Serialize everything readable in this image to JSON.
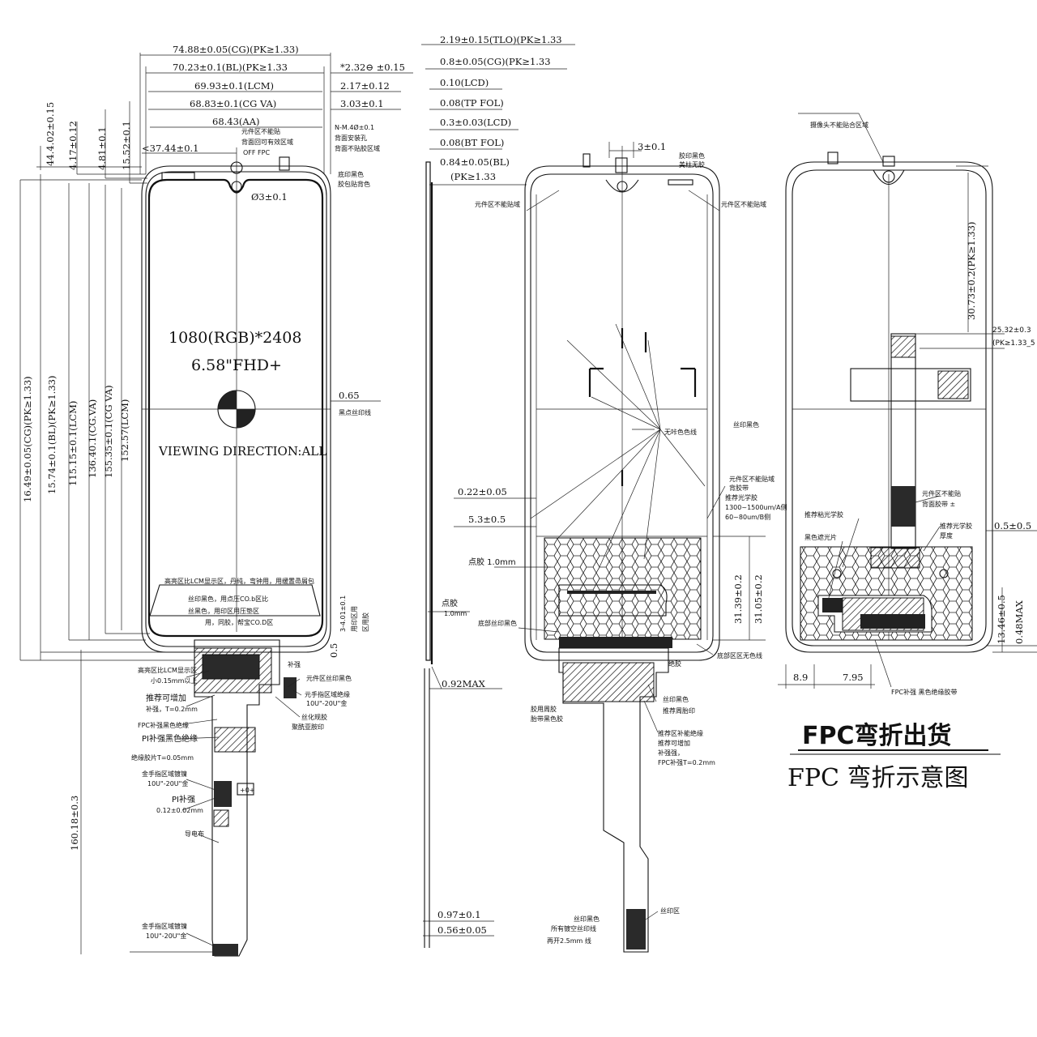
{
  "front_view": {
    "top_dims": [
      "74.88±0.05(CG)(PK≥1.33)",
      "70.23±0.1(BL)(PK≥1.33",
      "69.93±0.1(LCM)",
      "68.83±0.1(CG VA)",
      "68.43(AA)",
      "<37.44±0.1"
    ],
    "right_dims": [
      "*2.32⊖ ±0.15",
      "2.17±0.12",
      "3.03±0.1"
    ],
    "left_dims": [
      "44.4.02±0.15",
      "4.17±0.12",
      "4.81±0.1",
      "15.52±0.1",
      "16.49±0.05(CG)(PK≥1.33)",
      "15.74±0.1(BL)(PK≥1.33)",
      "115.15±0.1(LCM)",
      "136.40.1(CG.VA)",
      "155.35±0.1(CG VA)",
      "152.57(LCM)"
    ],
    "fpc_length": "160.18±0.3",
    "camera_hole": "Ø3±0.1",
    "resolution": "1080(RGB)*2408",
    "size_text": "6.58\"FHD+",
    "viewing": "VIEWING DIRECTION:ALL",
    "dim_065": "0.65",
    "dim_05": "0.5",
    "notes": {
      "top_center": [
        "元件区不能贴",
        "背面回可有效区域",
        "OFF FPC"
      ],
      "top_right": [
        "N-M.4Ø±0.1",
        "背面安装孔",
        "背面不贴胶区域"
      ],
      "ink": [
        "底印黑色",
        "胶包贴背色"
      ],
      "black_line": "黑点丝印线",
      "bottom_box": [
        "高亮区比LCM显示区，丹纯，弯钟用，用缓置帚屑包",
        "丝印黑色，用点压CO.b区比",
        "丝黑色，用印区用压垫区",
        "用，同胶，帮宝CO.D区"
      ],
      "right_vert": [
        "3-4.01±0.1",
        "用印区用",
        "区用胶"
      ],
      "fpc_left": [
        "高亮区比LCM显示区",
        "小0.15mm以上",
        "推荐可增加",
        "补强，T=0.2mm",
        "FPC补强黑色绝缘",
        "PI补强黑色绝缘",
        "绝缘胶片T=0.05mm",
        "金手指区域镀镍",
        "10U\"-20U\"金",
        "PI补强",
        "0.12±0.02mm",
        "导电布",
        "金手指区域镀镍",
        "10U\"-20U\"金"
      ],
      "fpc_right": [
        "补强",
        "元件区丝印黑色",
        "元手指区域绝缘",
        "10U\"-20U\"金",
        "丝化规胶",
        "聚酰亚胺印"
      ],
      "fpc_mark": "+0+"
    }
  },
  "side_view": {
    "dims": [
      "2.19±0.15(TLO)(PK≥1.33",
      "0.8±0.05(CG)(PK≥1.33",
      "0.10(LCD)",
      "0.08(TP FOL)",
      "0.3±0.03(LCD)",
      "0.08(BT FOL)",
      "0.84±0.05(BL)",
      "(PK≥1.33"
    ],
    "glue_label": "点胶",
    "glue_val": "1.0mm",
    "max1": "0.92MAX",
    "bottom_dims": [
      "0.97±0.1",
      "0.56±0.05"
    ]
  },
  "back_view": {
    "top_dim": "3±0.1",
    "labels": {
      "glue_black": [
        "胶印黑色",
        "美柱无胶"
      ],
      "no_component_left": "元件区不能贴域",
      "no_component_right": "元件区不能贴域",
      "no_color": "无咔色色线",
      "silk_black": "丝印黑色",
      "mid_right": [
        "元件区不能贴域",
        "背胶带",
        "推荐光学胶",
        "1300~1500um/A侧",
        "60~80um/B侧"
      ],
      "glue": "点胶 1.0mm",
      "bottom_silk": "底部丝印黑色",
      "bottom_right": "底部区区无色线",
      "insulate": "绝胶",
      "fpc_left": [
        "胶用周胶",
        "胎带黑色胶"
      ],
      "fpc_right": [
        "丝印黑色",
        "推荐周胎印",
        "推荐区补能绝缘",
        "推荐可增加",
        "补强强，",
        "FPC补强T=0.2mm"
      ],
      "silk_area": "丝印区",
      "tail_note": [
        "丝印黑色",
        "所有镀空丝印线",
        "再开2.5mm 线"
      ]
    },
    "dims": [
      "0.22±0.05",
      "5.3±0.5",
      "31.39±0.2",
      "31.05±0.2"
    ]
  },
  "folded_view": {
    "top_label": "摄像头不能贴合区域",
    "dims": [
      "30.73±0.2(PK≥1.33)",
      "25.32±0.3",
      "(PK≥1.33_5",
      "0.5±0.5",
      "13.46±0.5",
      "0.48MAX",
      "8.9",
      "7.95"
    ],
    "labels": [
      "元件区不能贴",
      "背面胶带 ±",
      "推荐光学胶",
      "厚度",
      "推荐粘光学胶",
      "黑色遮光片"
    ],
    "bottom_note": "FPC补强   黑色绝缘胶带",
    "title1": "FPC弯折出货",
    "title2": "FPC 弯折示意图"
  }
}
